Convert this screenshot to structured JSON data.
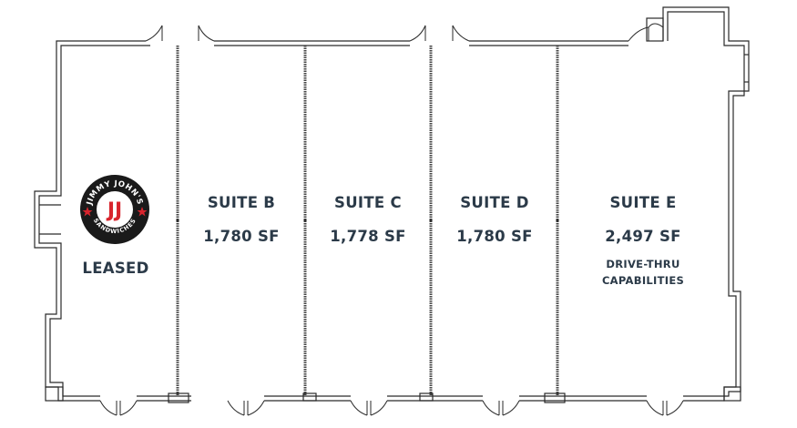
{
  "suites": [
    {
      "id": "a",
      "status": "LEASED",
      "tenant_logo": {
        "top_text": "JIMMY JOHN'S",
        "monogram": "JJ",
        "bottom_text": "SANDWICHES"
      }
    },
    {
      "id": "b",
      "name": "SUITE B",
      "area": "1,780 SF"
    },
    {
      "id": "c",
      "name": "SUITE C",
      "area": "1,778 SF"
    },
    {
      "id": "d",
      "name": "SUITE D",
      "area": "1,780 SF"
    },
    {
      "id": "e",
      "name": "SUITE E",
      "area": "2,497 SF",
      "note_line1": "DRIVE-THRU",
      "note_line2": "CAPABILITIES"
    }
  ],
  "colors": {
    "wall": "#2a2a2a",
    "text": "#2b3a48",
    "logo_red": "#d8242d",
    "logo_dark": "#1a1a1a"
  }
}
